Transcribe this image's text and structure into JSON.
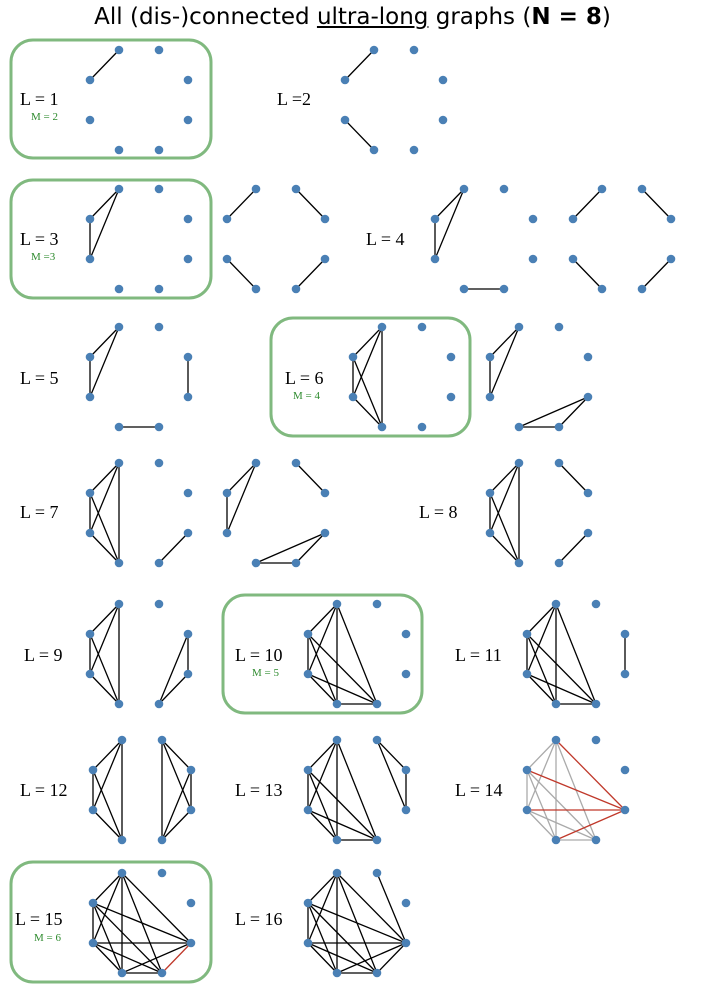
{
  "title": {
    "prefix": "All (dis-)connected ",
    "underlined": "ultra-long",
    "middle": " graphs (",
    "bold": "N = 8",
    "suffix": ")"
  },
  "colors": {
    "node": "#4a80b5",
    "edge": "#000000",
    "highlight_edge": "#c0392b",
    "muted_edge": "#aaaaaa",
    "box": "#80b97f",
    "m_label": "#2e8b2e"
  },
  "rows": [
    {
      "labels": [
        {
          "text": "L = 1",
          "m": "M = 2"
        },
        {
          "text": "L =2"
        }
      ],
      "graphs": [
        {
          "boxed": true,
          "edges": [
            [
              0,
              7
            ]
          ]
        },
        {
          "edges": [
            [
              0,
              7
            ],
            [
              6,
              5
            ]
          ]
        }
      ]
    },
    {
      "labels": [
        {
          "text": "L = 3",
          "m": "M =3"
        },
        {
          "text": "L = 4"
        }
      ],
      "graphs": [
        {
          "boxed": true,
          "edges": [
            [
              0,
              7
            ],
            [
              0,
              6
            ],
            [
              7,
              6
            ]
          ]
        },
        {
          "edges": [
            [
              0,
              7
            ],
            [
              1,
              2
            ],
            [
              6,
              5
            ],
            [
              3,
              4
            ]
          ]
        },
        {
          "edges": [
            [
              0,
              7
            ],
            [
              0,
              6
            ],
            [
              7,
              6
            ],
            [
              5,
              4
            ]
          ]
        },
        {
          "edges": [
            [
              0,
              7
            ],
            [
              1,
              2
            ],
            [
              6,
              5
            ],
            [
              3,
              4
            ]
          ]
        }
      ]
    },
    {
      "labels": [
        {
          "text": "L = 5"
        },
        {
          "text": "L = 6",
          "m": "M = 4"
        }
      ],
      "graphs": [
        {
          "edges": [
            [
              0,
              7
            ],
            [
              0,
              6
            ],
            [
              7,
              6
            ],
            [
              5,
              4
            ],
            [
              2,
              3
            ]
          ]
        },
        {
          "boxed": true,
          "edges": [
            [
              0,
              7
            ],
            [
              0,
              6
            ],
            [
              7,
              6
            ],
            [
              0,
              5
            ],
            [
              7,
              5
            ],
            [
              6,
              5
            ]
          ]
        },
        {
          "edges": [
            [
              0,
              7
            ],
            [
              0,
              6
            ],
            [
              7,
              6
            ],
            [
              3,
              5
            ],
            [
              3,
              4
            ],
            [
              5,
              4
            ]
          ]
        }
      ]
    },
    {
      "labels": [
        {
          "text": "L = 7"
        },
        {
          "text": "L = 8"
        }
      ],
      "graphs": [
        {
          "edges": [
            [
              0,
              7
            ],
            [
              0,
              6
            ],
            [
              0,
              5
            ],
            [
              7,
              6
            ],
            [
              7,
              5
            ],
            [
              6,
              5
            ],
            [
              3,
              4
            ]
          ]
        },
        {
          "edges": [
            [
              0,
              7
            ],
            [
              0,
              6
            ],
            [
              7,
              6
            ],
            [
              1,
              2
            ],
            [
              3,
              5
            ],
            [
              3,
              4
            ],
            [
              5,
              4
            ]
          ]
        },
        {
          "edges": [
            [
              0,
              7
            ],
            [
              0,
              6
            ],
            [
              0,
              5
            ],
            [
              7,
              6
            ],
            [
              7,
              5
            ],
            [
              6,
              5
            ],
            [
              1,
              2
            ],
            [
              3,
              4
            ]
          ]
        }
      ]
    },
    {
      "labels": [
        {
          "text": "L = 9"
        },
        {
          "text": "L = 10",
          "m": "M = 5"
        },
        {
          "text": "L = 11"
        }
      ],
      "graphs": [
        {
          "edges": [
            [
              0,
              7
            ],
            [
              0,
              6
            ],
            [
              0,
              5
            ],
            [
              7,
              6
            ],
            [
              7,
              5
            ],
            [
              6,
              5
            ],
            [
              2,
              3
            ],
            [
              2,
              4
            ],
            [
              3,
              4
            ]
          ]
        },
        {
          "boxed": true,
          "edges": [
            [
              0,
              7
            ],
            [
              0,
              6
            ],
            [
              0,
              5
            ],
            [
              0,
              4
            ],
            [
              7,
              6
            ],
            [
              7,
              5
            ],
            [
              7,
              4
            ],
            [
              6,
              5
            ],
            [
              6,
              4
            ],
            [
              5,
              4
            ]
          ]
        },
        {
          "edges": [
            [
              0,
              7
            ],
            [
              0,
              6
            ],
            [
              0,
              5
            ],
            [
              0,
              4
            ],
            [
              7,
              6
            ],
            [
              7,
              5
            ],
            [
              7,
              4
            ],
            [
              6,
              5
            ],
            [
              6,
              4
            ],
            [
              5,
              4
            ],
            [
              2,
              3
            ]
          ]
        }
      ]
    },
    {
      "labels": [
        {
          "text": "L = 12"
        },
        {
          "text": "L = 13"
        },
        {
          "text": "L = 14"
        }
      ],
      "graphs": [
        {
          "edges": [
            [
              0,
              7
            ],
            [
              0,
              6
            ],
            [
              0,
              5
            ],
            [
              7,
              6
            ],
            [
              7,
              5
            ],
            [
              6,
              5
            ],
            [
              1,
              2
            ],
            [
              1,
              3
            ],
            [
              1,
              4
            ],
            [
              2,
              3
            ],
            [
              2,
              4
            ],
            [
              3,
              4
            ]
          ]
        },
        {
          "edges": [
            [
              0,
              7
            ],
            [
              0,
              6
            ],
            [
              0,
              5
            ],
            [
              0,
              4
            ],
            [
              7,
              6
            ],
            [
              7,
              5
            ],
            [
              7,
              4
            ],
            [
              6,
              5
            ],
            [
              6,
              4
            ],
            [
              5,
              4
            ],
            [
              1,
              2
            ],
            [
              2,
              3
            ],
            [
              1,
              3
            ]
          ]
        },
        {
          "edges": [
            [
              0,
              7
            ],
            [
              0,
              6
            ],
            [
              0,
              5
            ],
            [
              0,
              4
            ],
            [
              7,
              6
            ],
            [
              7,
              5
            ],
            [
              7,
              4
            ],
            [
              6,
              5
            ],
            [
              6,
              4
            ],
            [
              5,
              4
            ],
            [
              0,
              3
            ],
            [
              7,
              3
            ],
            [
              6,
              3
            ],
            [
              5,
              3
            ]
          ],
          "highlight": [
            [
              0,
              3
            ],
            [
              7,
              3
            ],
            [
              6,
              3
            ],
            [
              5,
              3
            ]
          ],
          "muted": true
        }
      ]
    },
    {
      "labels": [
        {
          "text": "L = 15",
          "m": "M = 6"
        },
        {
          "text": "L = 16"
        }
      ],
      "graphs": [
        {
          "boxed": true,
          "edges": [
            [
              0,
              7
            ],
            [
              0,
              6
            ],
            [
              0,
              5
            ],
            [
              0,
              4
            ],
            [
              0,
              3
            ],
            [
              7,
              6
            ],
            [
              7,
              5
            ],
            [
              7,
              4
            ],
            [
              7,
              3
            ],
            [
              6,
              5
            ],
            [
              6,
              4
            ],
            [
              6,
              3
            ],
            [
              5,
              4
            ],
            [
              5,
              3
            ],
            [
              4,
              3
            ]
          ],
          "highlight": [
            [
              4,
              3
            ]
          ]
        },
        {
          "edges": [
            [
              0,
              7
            ],
            [
              0,
              6
            ],
            [
              0,
              5
            ],
            [
              0,
              4
            ],
            [
              0,
              3
            ],
            [
              7,
              6
            ],
            [
              7,
              5
            ],
            [
              7,
              4
            ],
            [
              7,
              3
            ],
            [
              6,
              5
            ],
            [
              6,
              4
            ],
            [
              6,
              3
            ],
            [
              5,
              4
            ],
            [
              5,
              3
            ],
            [
              4,
              3
            ],
            [
              1,
              3
            ]
          ]
        }
      ]
    }
  ]
}
